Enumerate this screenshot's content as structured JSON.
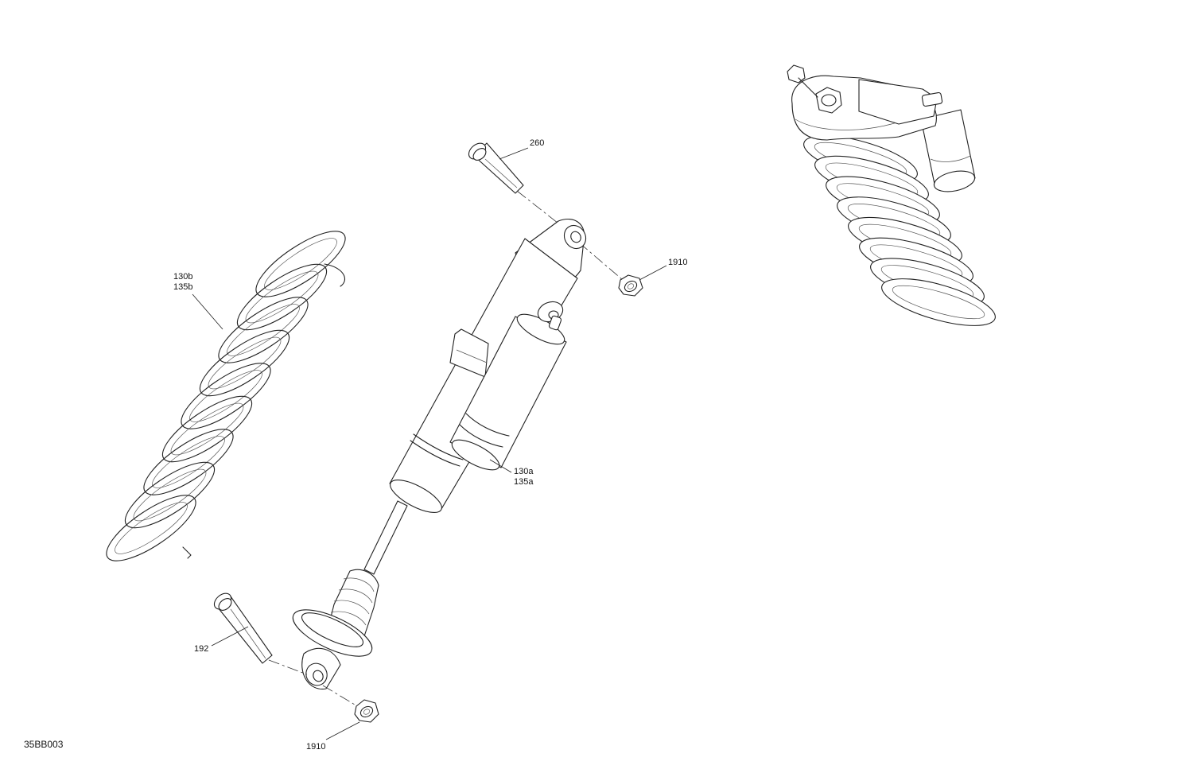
{
  "callouts": {
    "bolt_top": "260",
    "nut_top": "1910",
    "spring_a": "130b",
    "spring_b": "135b",
    "shock_a": "130a",
    "shock_b": "135a",
    "bolt_bottom": "192",
    "nut_bottom": "1910"
  },
  "figure_ref": "35BB003"
}
